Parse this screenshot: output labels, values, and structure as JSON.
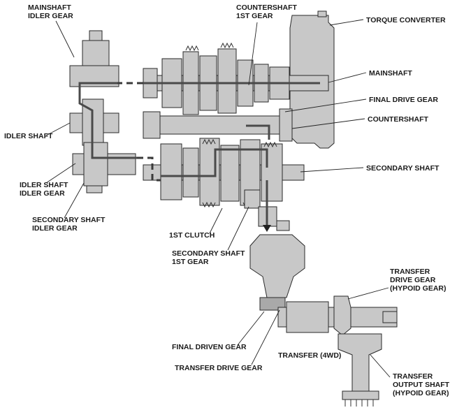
{
  "labels": {
    "mainshaft_idler_gear": [
      "MAINSHAFT",
      "IDLER GEAR"
    ],
    "countershaft_1st_gear": [
      "COUNTERSHAFT",
      "1ST GEAR"
    ],
    "torque_converter": "TORQUE CONVERTER",
    "mainshaft": "MAINSHAFT",
    "final_drive_gear": "FINAL DRIVE GEAR",
    "countershaft": "COUNTERSHAFT",
    "idler_shaft": "IDLER SHAFT",
    "secondary_shaft": "SECONDARY SHAFT",
    "idler_shaft_idler_gear": [
      "IDLER SHAFT",
      "IDLER GEAR"
    ],
    "secondary_shaft_idler_gear": [
      "SECONDARY SHAFT",
      "IDLER GEAR"
    ],
    "first_clutch": "1ST CLUTCH",
    "secondary_shaft_1st_gear": [
      "SECONDARY SHAFT",
      "1ST GEAR"
    ],
    "transfer_drive_gear_hypoid": [
      "TRANSFER",
      "DRIVE GEAR",
      "(HYPOID GEAR)"
    ],
    "final_driven_gear": "FINAL DRIVEN GEAR",
    "transfer_4wd": "TRANSFER (4WD)",
    "transfer_drive_gear": "TRANSFER DRIVE GEAR",
    "transfer_output_shaft": [
      "TRANSFER",
      "OUTPUT SHAFT",
      "(HYPOID GEAR)"
    ]
  }
}
